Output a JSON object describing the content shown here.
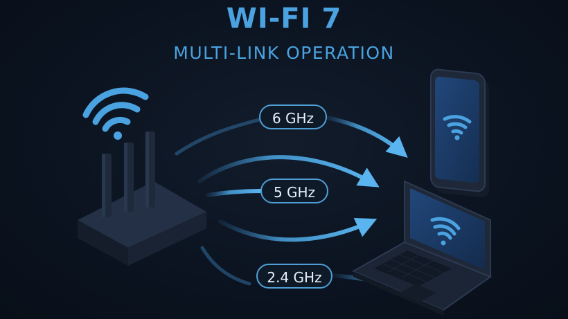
{
  "header": {
    "title": "WI-FI 7",
    "subtitle": "MULTI-LINK OPERATION"
  },
  "bands": [
    {
      "label": "6 GHz"
    },
    {
      "label": "5 GHz"
    },
    {
      "label": "2.4 GHz"
    }
  ],
  "colors": {
    "accent": "#4aa3e0",
    "background": "#0b1320",
    "device_body": "#1c2535",
    "screen": "#1b3a66"
  },
  "icons": {
    "router_signal": "wifi-icon",
    "phone_signal": "wifi-icon",
    "laptop_signal": "wifi-icon"
  }
}
